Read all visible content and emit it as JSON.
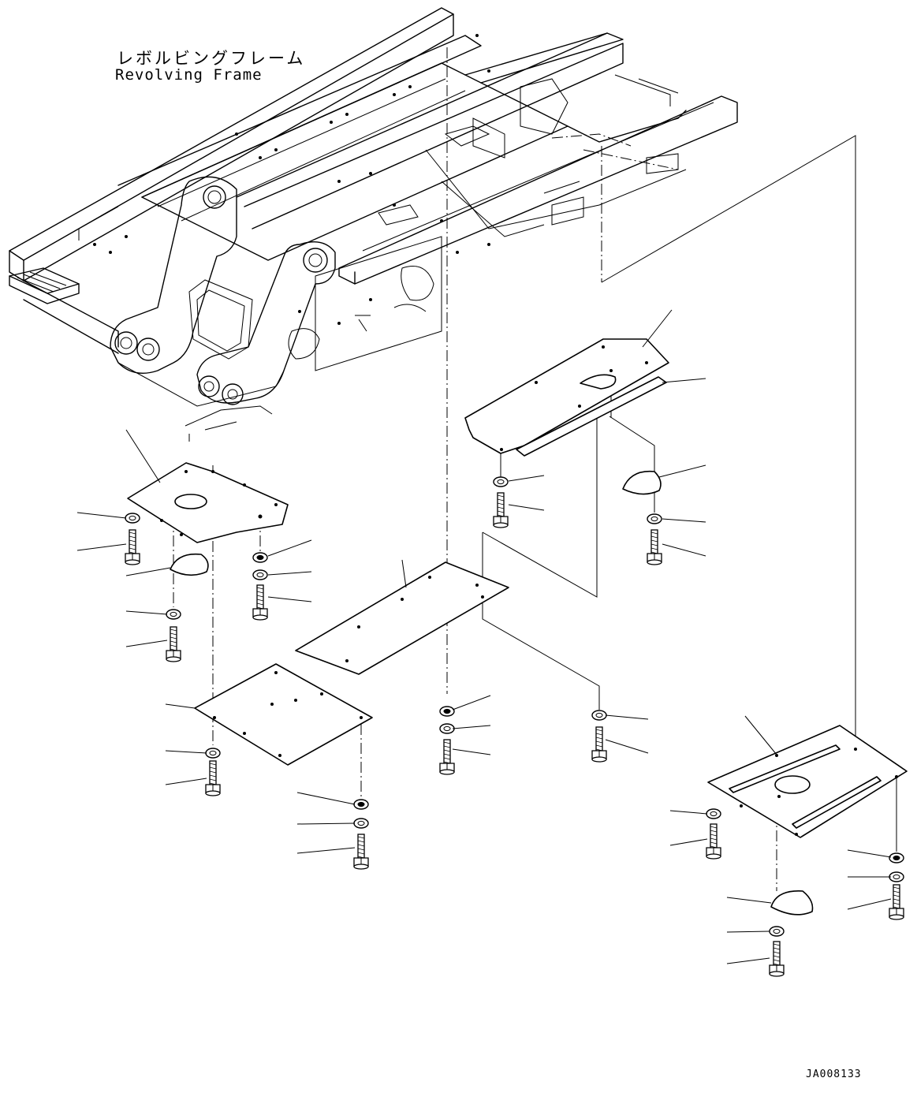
{
  "labels": {
    "frame_jp": "レボルビングフレーム",
    "frame_en": "Revolving Frame"
  },
  "drawing_number": "JA008133"
}
